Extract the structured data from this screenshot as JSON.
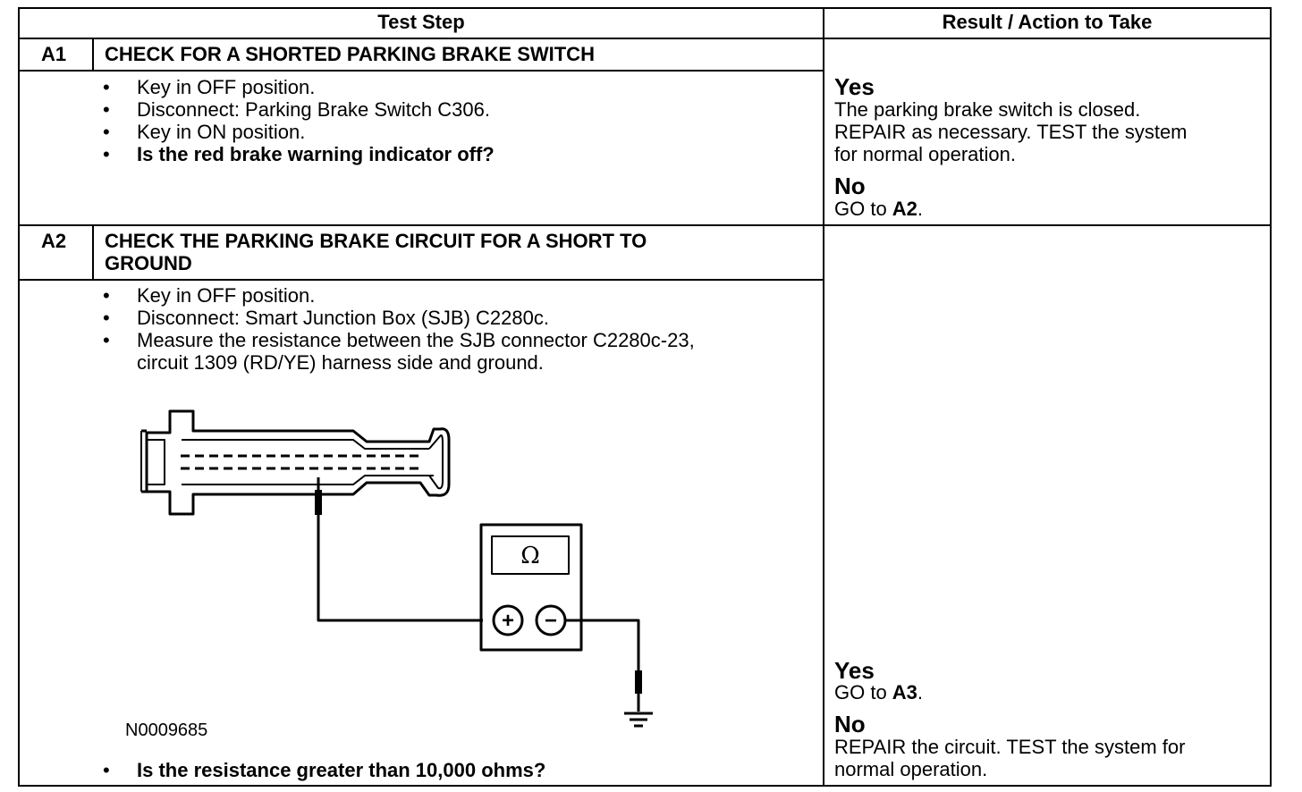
{
  "header": {
    "test_step": "Test Step",
    "result": "Result / Action to Take"
  },
  "steps": [
    {
      "id": "A1",
      "title": "CHECK FOR A SHORTED PARKING BRAKE SWITCH",
      "bullets": [
        "Key in OFF position.",
        "Disconnect: Parking Brake Switch C306.",
        "Key in ON position."
      ],
      "question": "Is the red brake warning indicator off?",
      "yes_label": "Yes",
      "yes_text": [
        "The parking brake switch is closed.",
        "REPAIR as necessary. TEST the system",
        "for normal operation."
      ],
      "no_label": "No",
      "no_prefix": "GO to ",
      "no_ref": "A2",
      "no_suffix": "."
    },
    {
      "id": "A2",
      "title_lines": [
        "CHECK THE PARKING BRAKE CIRCUIT FOR A SHORT TO",
        "GROUND"
      ],
      "bullets": [
        "Key in OFF position.",
        "Disconnect: Smart Junction Box (SJB) C2280c."
      ],
      "bullet_multiline": [
        "Measure the resistance between the SJB connector C2280c-23,",
        "circuit 1309 (RD/YE) harness side and ground."
      ],
      "figure_id": "N0009685",
      "meter_symbol": "Ω",
      "plus": "+",
      "minus": "−",
      "question": "Is the resistance greater than 10,000 ohms?",
      "yes_label": "Yes",
      "yes_prefix": "GO to ",
      "yes_ref": "A3",
      "yes_suffix": ".",
      "no_label": "No",
      "no_text": [
        "REPAIR the circuit. TEST the system for",
        "normal operation."
      ]
    }
  ],
  "bullet_char": "•"
}
